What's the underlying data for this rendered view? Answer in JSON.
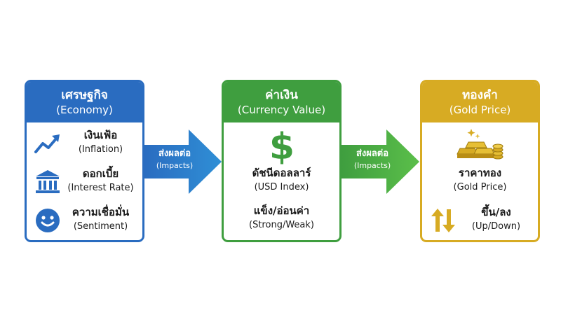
{
  "economy": {
    "title_th": "เศรษฐกิจ",
    "title_en": "(Economy)",
    "items": [
      {
        "th": "เงินเฟ้อ",
        "en": "(Inflation)",
        "icon": "trend-up-icon"
      },
      {
        "th": "ดอกเบี้ย",
        "en": "(Interest Rate)",
        "icon": "bank-icon"
      },
      {
        "th": "ความเชื่อมั่น",
        "en": "(Sentiment)",
        "icon": "smiley-icon"
      }
    ]
  },
  "arrow1": {
    "th": "ส่งผลต่อ",
    "en": "(Impacts)"
  },
  "currency": {
    "title_th": "ค่าเงิน",
    "title_en": "(Currency Value)",
    "index_th": "ดัชนีดอลลาร์",
    "index_en": "(USD Index)",
    "strength_th": "แข็ง/อ่อนค่า",
    "strength_en": "(Strong/Weak)",
    "icon": "dollar-icon"
  },
  "arrow2": {
    "th": "ส่งผลต่อ",
    "en": "(Impacts)"
  },
  "gold": {
    "title_th": "ทองคำ",
    "title_en": "(Gold Price)",
    "price_th": "ราคาทอง",
    "price_en": "(Gold Price)",
    "move_th": "ขึ้น/ลง",
    "move_en": "(Up/Down)",
    "icons": [
      "gold-bars-icon",
      "up-down-arrows-icon"
    ]
  },
  "colors": {
    "economy": "#2a6cc0",
    "currency": "#3f9e3f",
    "gold": "#d7ab23"
  }
}
